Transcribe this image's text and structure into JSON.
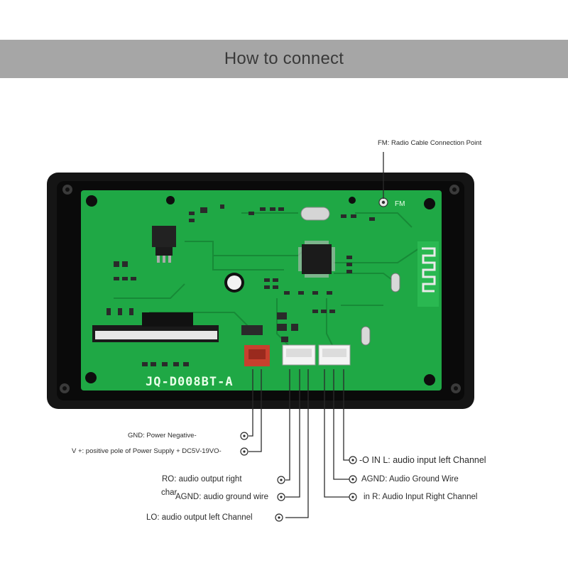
{
  "header": {
    "title": "How to connect"
  },
  "board": {
    "model": "JQ-D008BT-A",
    "fm_silk": "FM"
  },
  "colors": {
    "pcb": "#1fa845",
    "case": "#151515",
    "header_bar": "#a6a6a6",
    "power_connector": "#c8402e"
  },
  "labels": {
    "fm": "FM: Radio Cable Connection Point",
    "gnd": "GND: Power Negative-",
    "vplus": "V +: positive pole of Power Supply + DC5V-19VO-",
    "ro": "RO: audio output right",
    "ro_cont": "char",
    "agnd_out": "AGND: audio ground wire",
    "lo": "LO: audio output left Channel",
    "inl": "-O IN L: audio input left Channel",
    "agnd_in": "AGND: Audio Ground Wire",
    "inr": "in R: Audio Input Right Channel"
  }
}
